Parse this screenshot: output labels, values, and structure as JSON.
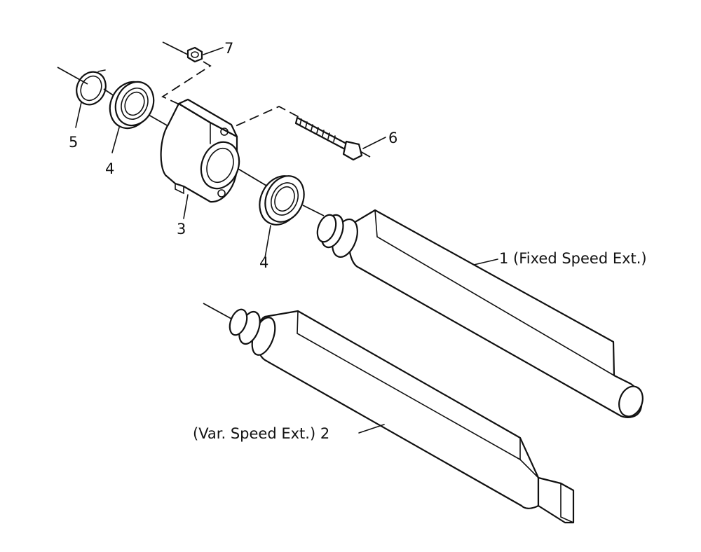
{
  "labels": {
    "part_1": "1 (Fixed Speed Ext.)",
    "part_2": "(Var. Speed Ext.) 2",
    "part_3": "3",
    "part_4a": "4",
    "part_4b": "4",
    "part_5": "5",
    "part_6": "6",
    "part_7": "7"
  }
}
